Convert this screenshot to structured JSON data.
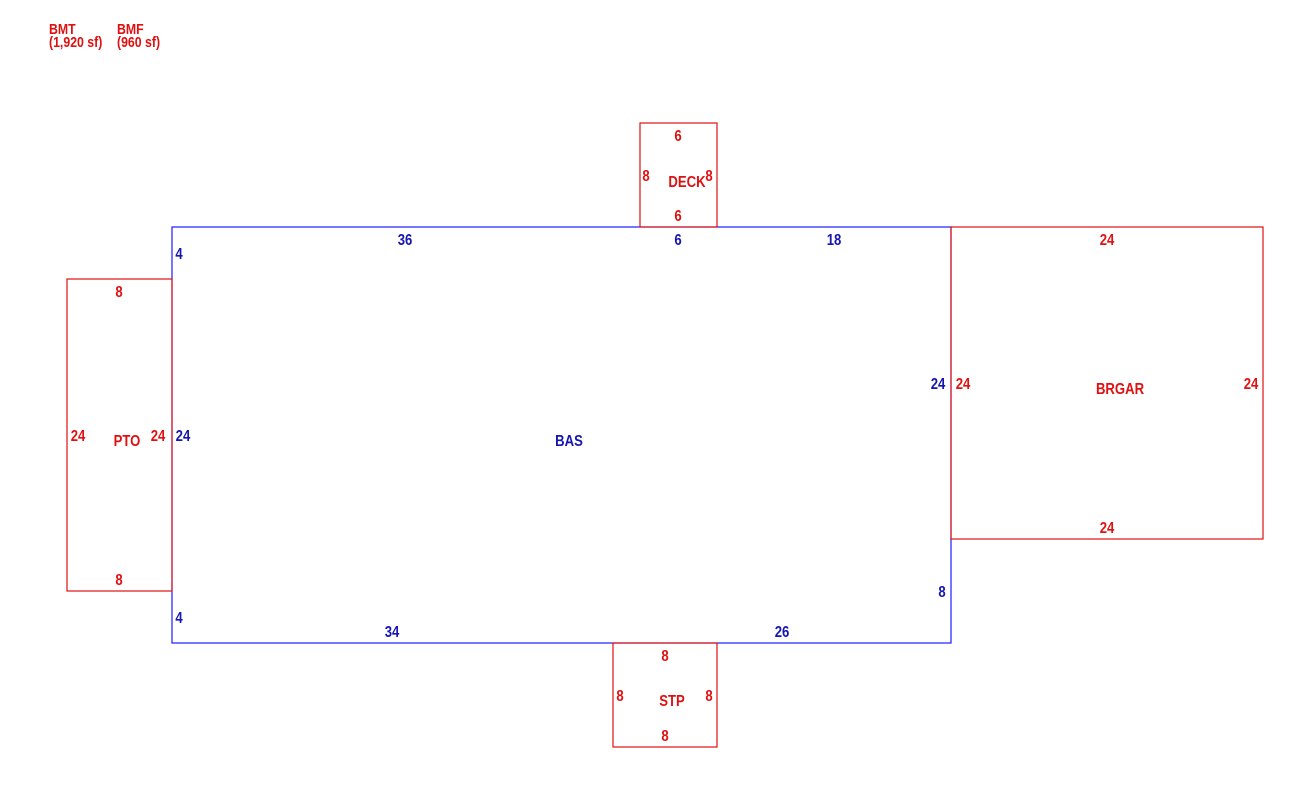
{
  "colors": {
    "main_area": "#1a1aff",
    "main_label": "#1515b0",
    "addition": "#e01010"
  },
  "legend": [
    {
      "code": "BMT",
      "area": "(1,920 sf)"
    },
    {
      "code": "BMF",
      "area": "(960 sf)"
    }
  ],
  "areas": {
    "bas": {
      "label": "BAS"
    },
    "deck": {
      "label": "DECK"
    },
    "pto": {
      "label": "PTO"
    },
    "brgar": {
      "label": "BRGAR"
    },
    "stp": {
      "label": "STP"
    }
  },
  "dimensions": {
    "bas": {
      "top_left": "36",
      "top_mid": "6",
      "top_right": "18",
      "right_upper": "24",
      "right_lower": "8",
      "bottom_left": "34",
      "bottom_right": "26",
      "left_top": "4",
      "left_mid": "24",
      "left_bottom": "4"
    },
    "deck": {
      "top": "6",
      "bottom": "6",
      "left": "8",
      "right": "8"
    },
    "pto": {
      "top": "8",
      "bottom": "8",
      "left": "24",
      "right": "24"
    },
    "brgar": {
      "top": "24",
      "bottom": "24",
      "left": "24",
      "right": "24"
    },
    "stp": {
      "top": "8",
      "bottom": "8",
      "left": "8",
      "right": "8"
    }
  }
}
